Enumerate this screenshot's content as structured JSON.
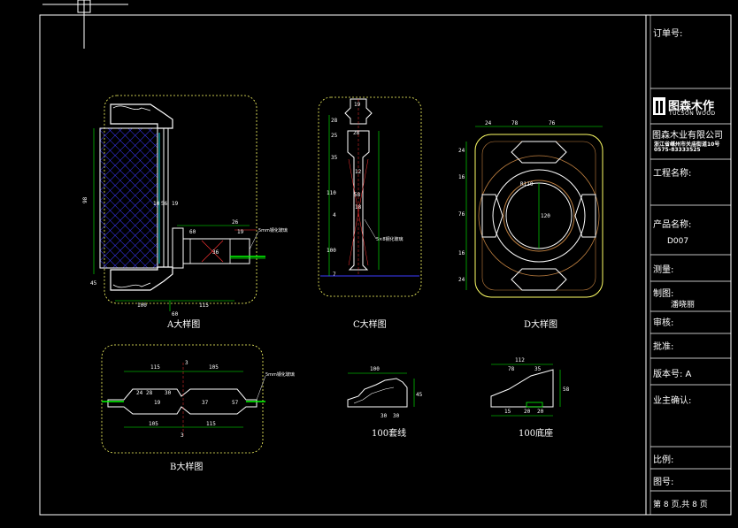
{
  "title_block": {
    "order_no": "订单号:",
    "company_name": "图森木业有限公司",
    "address_line": "浙江省嵊州市关庙街道10号",
    "phone": "0575-83333525",
    "project_name": "工程名称:",
    "product_name": "产品名称:",
    "product_code": "D007",
    "survey": "测量:",
    "drawn_by_label": "制图:",
    "drawn_by_name": "潘晓丽",
    "review": "审核:",
    "approve": "批准:",
    "version": "版本号: A",
    "owner_confirm": "业主确认:",
    "scale": "比例:",
    "drawing_no": "图号:",
    "page": "第 8 页,共 8 页"
  },
  "logo": {
    "mark": "图森木作",
    "sub": "TUCSON WOOD"
  },
  "captions": {
    "a": "A大样图",
    "b": "B大样图",
    "c": "C大样图",
    "d": "D大样图",
    "trim": "100套线",
    "base": "100底座"
  },
  "annotations": {
    "glass_note": "5mm钢化玻璃",
    "glass_note_b": "5mm钢化玻璃",
    "screw_note": "5×8钢化玻璃"
  },
  "dimensions": {
    "a_left": "98",
    "a_h1": "45",
    "a_bottom1": "100",
    "a_bottom2": "115",
    "a_bottom3": "60",
    "a_mid1": "10",
    "a_mid2": "56",
    "a_mid3": "19",
    "a_r1": "26",
    "a_r2": "19",
    "a_r3": "36",
    "a_r4": "60",
    "b_top1": "115",
    "b_top2": "105",
    "b_top3": "3",
    "b_bot1": "105",
    "b_bot2": "115",
    "b_bot3": "3",
    "b_v1": "24",
    "b_v2": "28",
    "b_v3": "19",
    "b_v4": "30",
    "b_v5": "37",
    "b_v6": "57",
    "c_1": "28",
    "c_2": "25",
    "c_3": "35",
    "c_4": "110",
    "c_5": "4",
    "c_6": "100",
    "c_7": "7",
    "c_8": "19",
    "c_9": "28",
    "c_10": "12",
    "c_11": "58",
    "c_12": "18",
    "d_t1": "24",
    "d_t2": "78",
    "d_t3": "76",
    "d_l1": "24",
    "d_l2": "16",
    "d_l3": "76",
    "d_l4": "16",
    "d_l5": "24",
    "d_r": "R110",
    "d_c": "120",
    "trim_w": "100",
    "trim_h": "45",
    "trim_b1": "30",
    "trim_b2": "30",
    "base_w": "112",
    "base_t1": "78",
    "base_t2": "35",
    "base_h": "58",
    "base_b1": "15",
    "base_b2": "20",
    "base_b3": "20"
  },
  "colors": {
    "line": "#ffffff",
    "frame": "#ffffff",
    "dim": "#00ff00",
    "hatch": "#2b2bff",
    "yellow": "#ffff66",
    "cyan": "#00ffff",
    "red": "#ff3333",
    "orange": "#c08040"
  }
}
